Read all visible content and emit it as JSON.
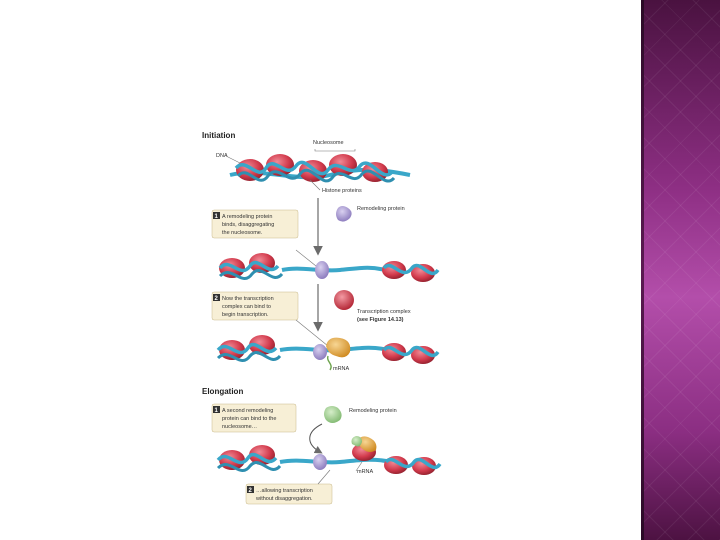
{
  "sections": {
    "initiation": "Initiation",
    "elongation": "Elongation"
  },
  "labels": {
    "dna": "DNA",
    "nucleosome": "Nucleosome",
    "histone_proteins": "Histone proteins",
    "remodeling_protein_1": "Remodeling protein",
    "transcription_complex_1": "Transcription complex",
    "transcription_complex_2": "(see Figure 14.13)",
    "mrna_1": "mRNA",
    "remodeling_protein_2": "Remodeling protein",
    "mrna_2": "mRNA"
  },
  "steps": {
    "init_1": {
      "number": "1",
      "line1": "A remodeling protein",
      "line2": "binds, disaggregating",
      "line3": "the nucleosome."
    },
    "init_2": {
      "number": "2",
      "line1": "Now the transcription",
      "line2": "complex can bind to",
      "line3": "begin transcription."
    },
    "elong_1": {
      "number": "1",
      "line1": "A second remodeling",
      "line2": "protein can bind to the",
      "line3": "nucleosome…"
    },
    "elong_2": {
      "number": "2",
      "line1": "…allowing transcription",
      "line2": "without disaggregation."
    }
  },
  "colors": {
    "dna": "#3aa7c9",
    "histone": "#d23a4c",
    "remodeler": "#9c8cc9",
    "transcription_complex": "#e1a33a",
    "callout_bg": "#f7efd6",
    "panel": "#8e2f84"
  }
}
